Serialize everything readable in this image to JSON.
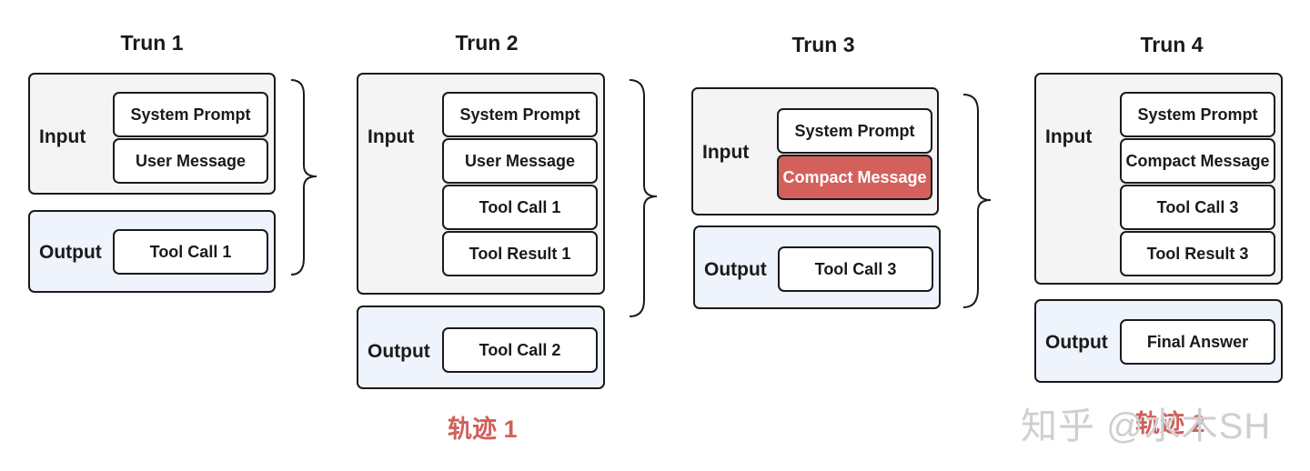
{
  "turns": [
    {
      "title": "Trun 1",
      "input_label": "Input",
      "input_items": [
        "System Prompt",
        "User Message"
      ],
      "output_label": "Output",
      "output_items": [
        "Tool Call 1"
      ]
    },
    {
      "title": "Trun 2",
      "input_label": "Input",
      "input_items": [
        "System Prompt",
        "User Message",
        "Tool Call 1",
        "Tool Result 1"
      ],
      "output_label": "Output",
      "output_items": [
        "Tool Call 2"
      ]
    },
    {
      "title": "Trun 3",
      "input_label": "Input",
      "input_items": [
        "System Prompt",
        "Compact Message"
      ],
      "output_label": "Output",
      "output_items": [
        "Tool Call 3"
      ]
    },
    {
      "title": "Trun 4",
      "input_label": "Input",
      "input_items": [
        "System Prompt",
        "Compact Message",
        "Tool Call 3",
        "Tool Result 3"
      ],
      "output_label": "Output",
      "output_items": [
        "Final Answer"
      ]
    }
  ],
  "trajectories": [
    "轨迹 1",
    "轨迹 2"
  ],
  "watermark": "知乎 @水木SH",
  "colors": {
    "highlight": "#d4605c",
    "trajectory_label": "#cf5f5a",
    "input_bg": "#f4f4f4",
    "output_bg": "#eef3fc"
  }
}
